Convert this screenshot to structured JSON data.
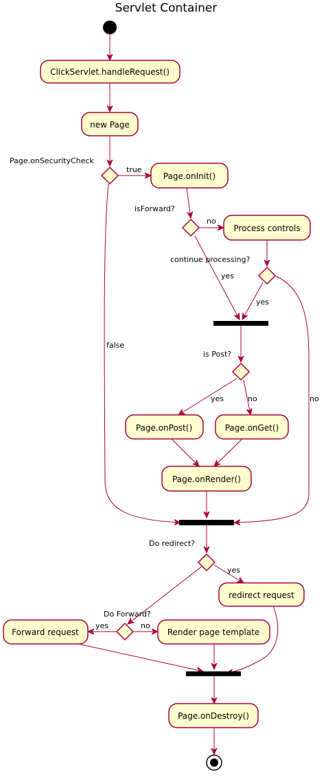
{
  "title": "Servlet Container",
  "nodes": {
    "handle_request": "ClickServlet.handleRequest()",
    "new_page": "new Page",
    "on_init": "Page.onInit()",
    "process_controls": "Process controls",
    "on_post": "Page.onPost()",
    "on_get": "Page.onGet()",
    "on_render": "Page.onRender()",
    "redirect_request": "redirect request",
    "forward_request": "Forward request",
    "render_template": "Render page template",
    "on_destroy": "Page.onDestroy()"
  },
  "decisions": {
    "security_check": "Page.onSecurityCheck",
    "is_forward": "isForward?",
    "continue_processing": "continue processing?",
    "is_post": "is Post?",
    "do_redirect": "Do redirect?",
    "do_forward": "Do Forward?"
  },
  "edges": {
    "security_true": "true",
    "security_false": "false",
    "forward_no": "no",
    "forward_yes": "yes",
    "continue_yes": "yes",
    "continue_no": "no",
    "post_yes": "yes",
    "post_no": "no",
    "redirect_yes": "yes",
    "do_forward_yes": "yes",
    "do_forward_no": "no"
  }
}
